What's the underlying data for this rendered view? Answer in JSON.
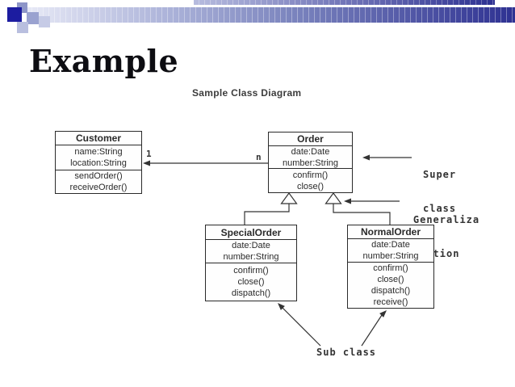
{
  "slide": {
    "title": "Example",
    "diagram_title": "Sample Class Diagram"
  },
  "classes": {
    "customer": {
      "name": "Customer",
      "attributes": [
        "name:String",
        "location:String"
      ],
      "methods": [
        "sendOrder()",
        "receiveOrder()"
      ]
    },
    "order": {
      "name": "Order",
      "attributes": [
        "date:Date",
        "number:String"
      ],
      "methods": [
        "confirm()",
        "close()"
      ]
    },
    "special_order": {
      "name": "SpecialOrder",
      "attributes": [
        "date:Date",
        "number:String"
      ],
      "methods": [
        "confirm()",
        "close()",
        "dispatch()"
      ]
    },
    "normal_order": {
      "name": "NormalOrder",
      "attributes": [
        "date:Date",
        "number:String"
      ],
      "methods": [
        "confirm()",
        "close()",
        "dispatch()",
        "receive()"
      ]
    }
  },
  "labels": {
    "multiplicity_one": "1",
    "multiplicity_n": "n",
    "super_class_line1": "Super",
    "super_class_line2": "class",
    "generalization_line1": "Generaliza",
    "generalization_line2": "tion",
    "sub_class": "Sub class"
  },
  "colors": {
    "stripe_dark": "#2e3192",
    "stripe_light": "#e7e9f6",
    "square_dark_navy": "#1c1ca0",
    "square_medium": "#8e96c8",
    "square_light": "#c6cbe6",
    "diagram_line": "#333333",
    "title_text": "#0d0d12"
  }
}
